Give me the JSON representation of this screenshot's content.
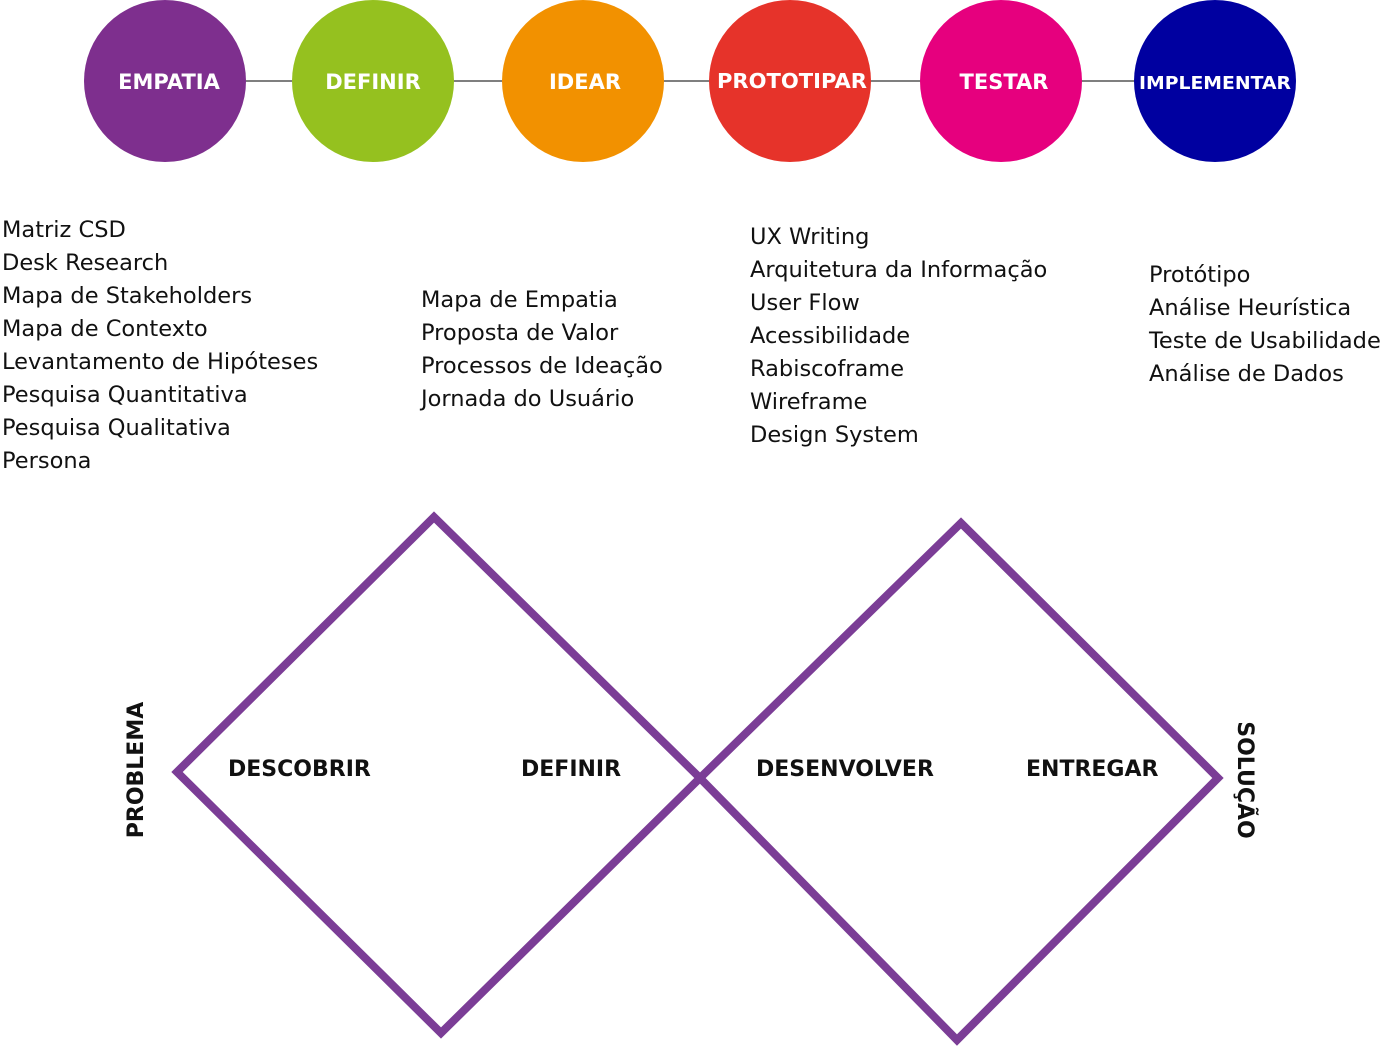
{
  "stages": [
    {
      "label": "EMPATIA",
      "color": "#7e2f8e"
    },
    {
      "label": "DEFINIR",
      "color": "#95c11f"
    },
    {
      "label": "IDEAR",
      "color": "#f29100"
    },
    {
      "label": "PROTOTIPAR",
      "color": "#e6332a"
    },
    {
      "label": "TESTAR",
      "color": "#e6007e"
    },
    {
      "label": "IMPLEMENTAR",
      "color": "#0000a0"
    }
  ],
  "tool_lists": {
    "empatia": [
      "Matriz CSD",
      "Desk Research",
      "Mapa de Stakeholders",
      "Mapa de Contexto",
      "Levantamento de Hipóteses",
      "Pesquisa Quantitativa",
      "Pesquisa Qualitativa",
      "Persona"
    ],
    "idear": [
      "Mapa de Empatia",
      "Proposta de Valor",
      "Processos de Ideação",
      "Jornada do Usuário"
    ],
    "prototipar": [
      "UX Writing",
      "Arquitetura da Informação",
      "User Flow",
      "Acessibilidade",
      "Rabiscoframe",
      "Wireframe",
      "Design System"
    ],
    "testar": [
      "Protótipo",
      "Análise Heurística",
      "Teste de Usabilidade",
      "Análise de Dados"
    ]
  },
  "double_diamond": {
    "stroke_color": "#7b3d96",
    "problem_label": "PROBLEMA",
    "solution_label": "SOLUÇÃO",
    "phases": [
      "DESCOBRIR",
      "DEFINIR",
      "DESENVOLVER",
      "ENTREGAR"
    ]
  }
}
